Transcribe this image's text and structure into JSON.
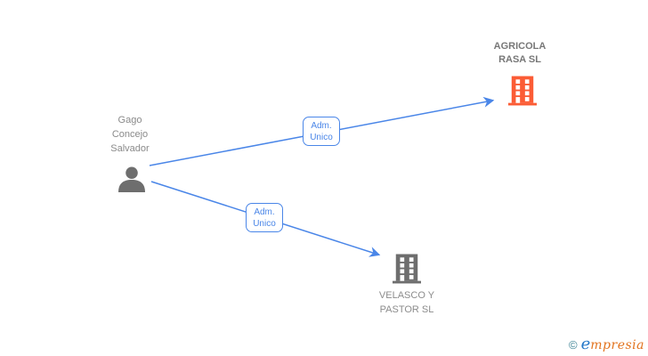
{
  "colors": {
    "edge_blue": "#4a86e8",
    "icon_gray": "#6e6e6e",
    "building_orange": "#fb5c35",
    "person_label_gray": "#8a8a8a",
    "company_bold_gray": "#777777",
    "company_regular_gray": "#8c8c8c",
    "logo_teal": "#3a8193",
    "logo_blue": "#2779c9",
    "logo_orange": "#e2731e",
    "window_white": "#ffffff"
  },
  "person": {
    "name_line1": "Gago",
    "name_line2": "Concejo",
    "name_line3": "Salvador"
  },
  "companies": [
    {
      "name_line1": "AGRICOLA",
      "name_line2": "RASA SL"
    },
    {
      "name_line1": "VELASCO Y",
      "name_line2": "PASTOR SL"
    }
  ],
  "edges": [
    {
      "label_line1": "Adm.",
      "label_line2": "Unico"
    },
    {
      "label_line1": "Adm.",
      "label_line2": "Unico"
    }
  ],
  "watermark": {
    "copyright_symbol": "©",
    "brand_initial": "e",
    "brand_rest": "mpresia"
  }
}
